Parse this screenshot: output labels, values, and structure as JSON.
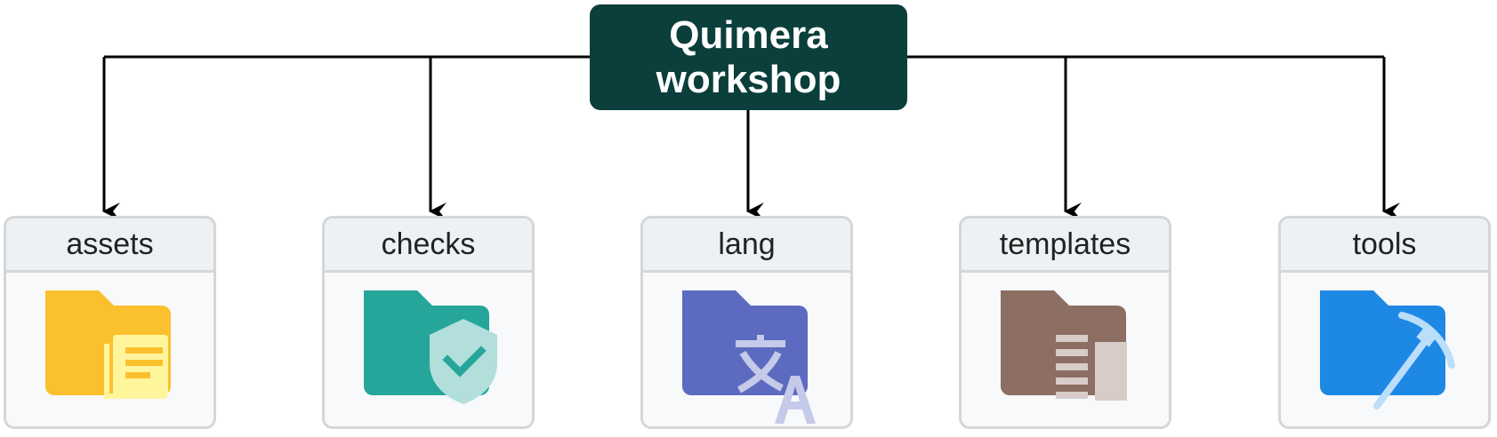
{
  "root": {
    "line1": "Quimera",
    "line2": "workshop",
    "color": "#0b3f3b"
  },
  "folders": [
    {
      "label": "assets",
      "icon": "folder-document-icon",
      "color": "#fbc02d",
      "accent": "#fff59d"
    },
    {
      "label": "checks",
      "icon": "folder-shield-check-icon",
      "color": "#26a69a",
      "accent": "#b2dfdb"
    },
    {
      "label": "lang",
      "icon": "folder-translate-icon",
      "color": "#5c6bc0",
      "accent": "#c5cae9"
    },
    {
      "label": "templates",
      "icon": "folder-template-icon",
      "color": "#8d6e63",
      "accent": "#d7ccc8"
    },
    {
      "label": "tools",
      "icon": "folder-pickaxe-icon",
      "color": "#1e88e5",
      "accent": "#bbdefb"
    }
  ],
  "connector_color": "#000000"
}
